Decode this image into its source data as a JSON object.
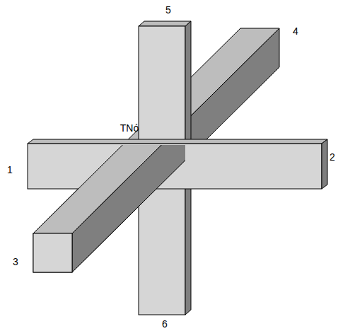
{
  "diagram": {
    "labels": [
      "5",
      "4",
      "TNó",
      "1",
      "2",
      "3",
      "6"
    ]
  }
}
